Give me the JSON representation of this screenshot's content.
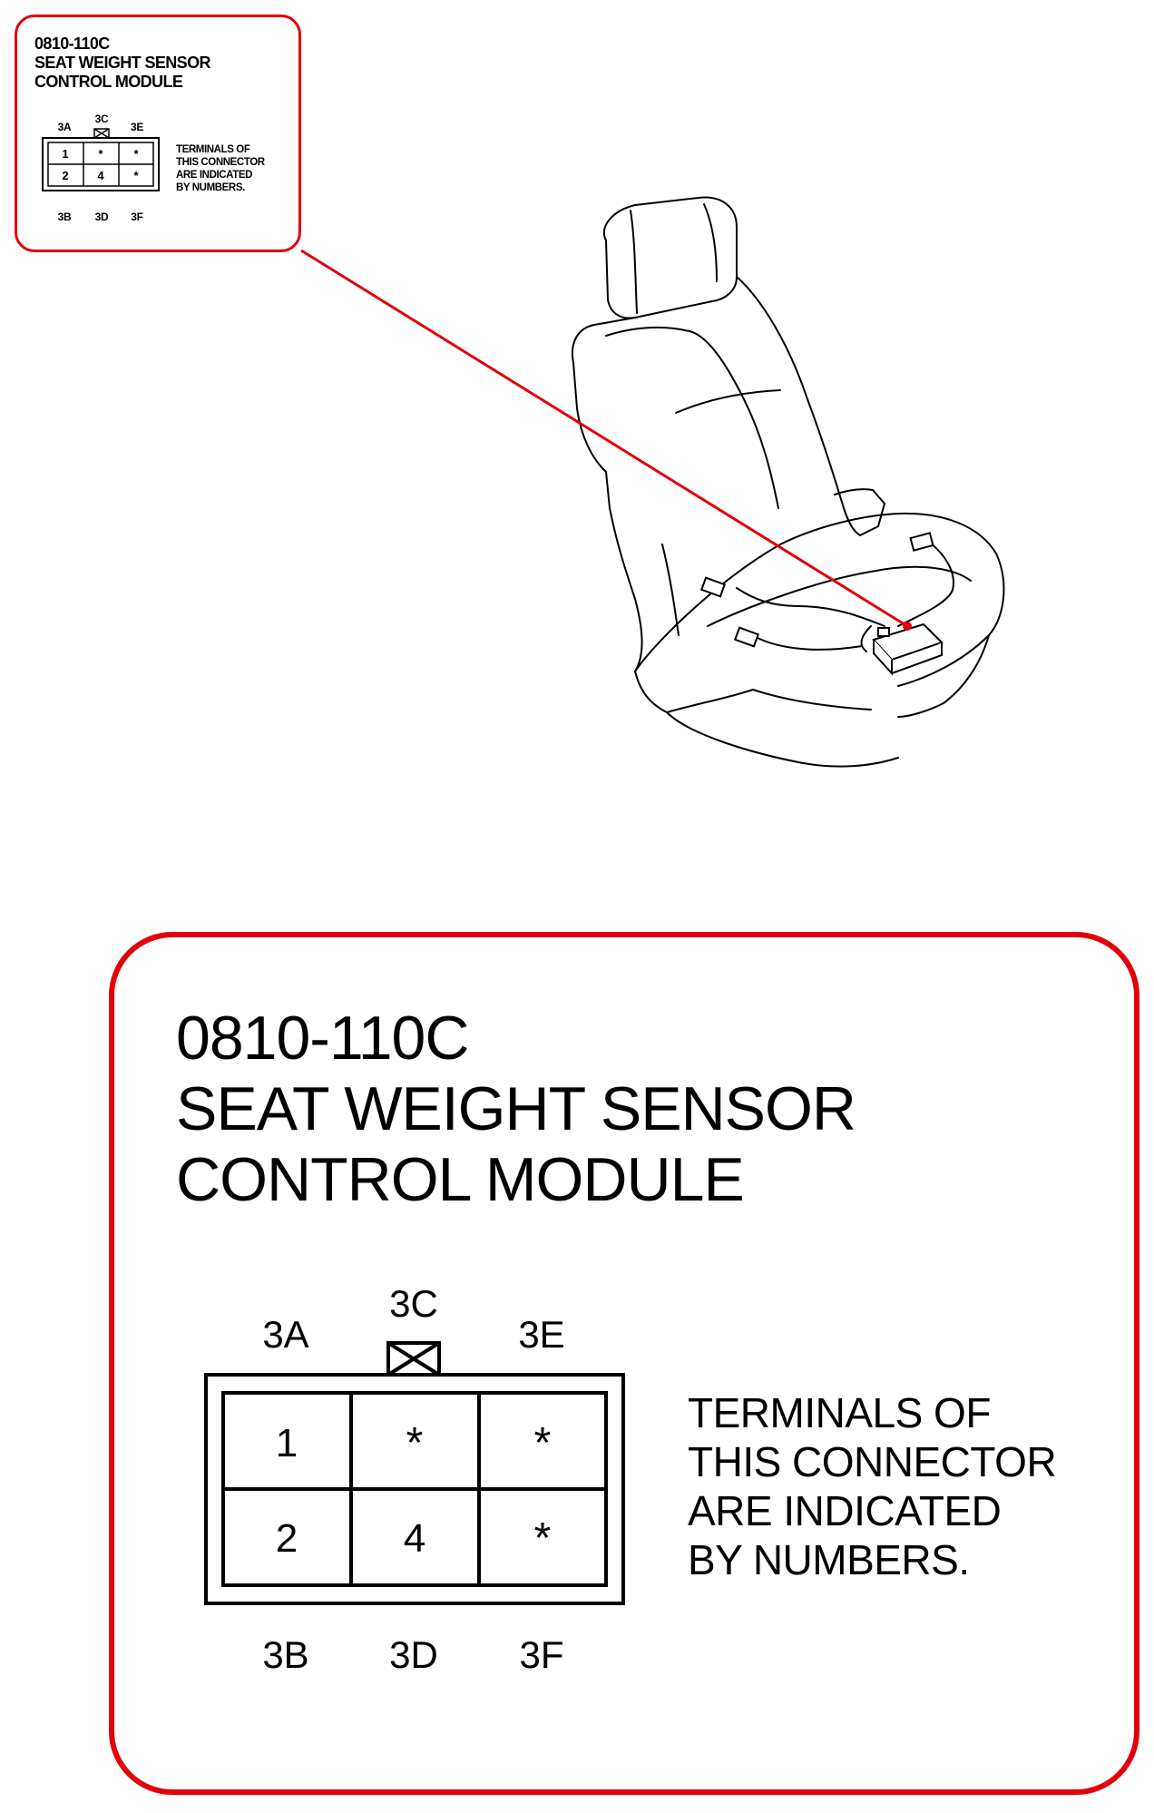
{
  "connector": {
    "code": "0810-110C",
    "name_line1": "SEAT WEIGHT SENSOR",
    "name_line2": "CONTROL MODULE",
    "note_lines": [
      "TERMINALS OF",
      "THIS CONNECTOR",
      "ARE INDICATED",
      "BY NUMBERS."
    ],
    "labels": {
      "top_left": "3A",
      "top_center": "3C",
      "top_right": "3E",
      "bottom_left": "3B",
      "bottom_center": "3D",
      "bottom_right": "3F"
    },
    "cells": {
      "row1": [
        "1",
        "*",
        "*"
      ],
      "row2": [
        "2",
        "4",
        "*"
      ]
    }
  },
  "colors": {
    "callout": "#e3000b",
    "line": "#000000"
  },
  "icons": [
    "car-seat-illustration",
    "connector-latch-icon",
    "module-connector-icon"
  ]
}
